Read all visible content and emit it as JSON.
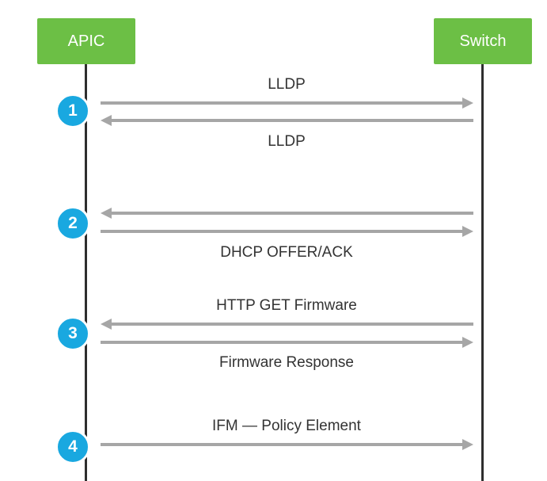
{
  "actors": {
    "left": "APIC",
    "right": "Switch"
  },
  "colors": {
    "actor_fill": "#6cbf45",
    "badge_fill": "#19a8e0",
    "arrow": "#a6a6a6",
    "lifeline": "#2e2e2e",
    "label_text": "#333333"
  },
  "steps": [
    {
      "number": "1",
      "messages": [
        {
          "direction": "right",
          "label": "LLDP",
          "label_pos": "above"
        },
        {
          "direction": "left",
          "label": "LLDP",
          "label_pos": "below"
        }
      ]
    },
    {
      "number": "2",
      "messages": [
        {
          "direction": "left",
          "label": "",
          "label_pos": "above"
        },
        {
          "direction": "right",
          "label": "DHCP OFFER/ACK",
          "label_pos": "below"
        }
      ]
    },
    {
      "number": "3",
      "messages": [
        {
          "direction": "left",
          "label": "HTTP GET Firmware",
          "label_pos": "above"
        },
        {
          "direction": "right",
          "label": "Firmware Response",
          "label_pos": "below"
        }
      ]
    },
    {
      "number": "4",
      "messages": [
        {
          "direction": "right",
          "label": "IFM — Policy Element",
          "label_pos": "above"
        }
      ]
    }
  ]
}
